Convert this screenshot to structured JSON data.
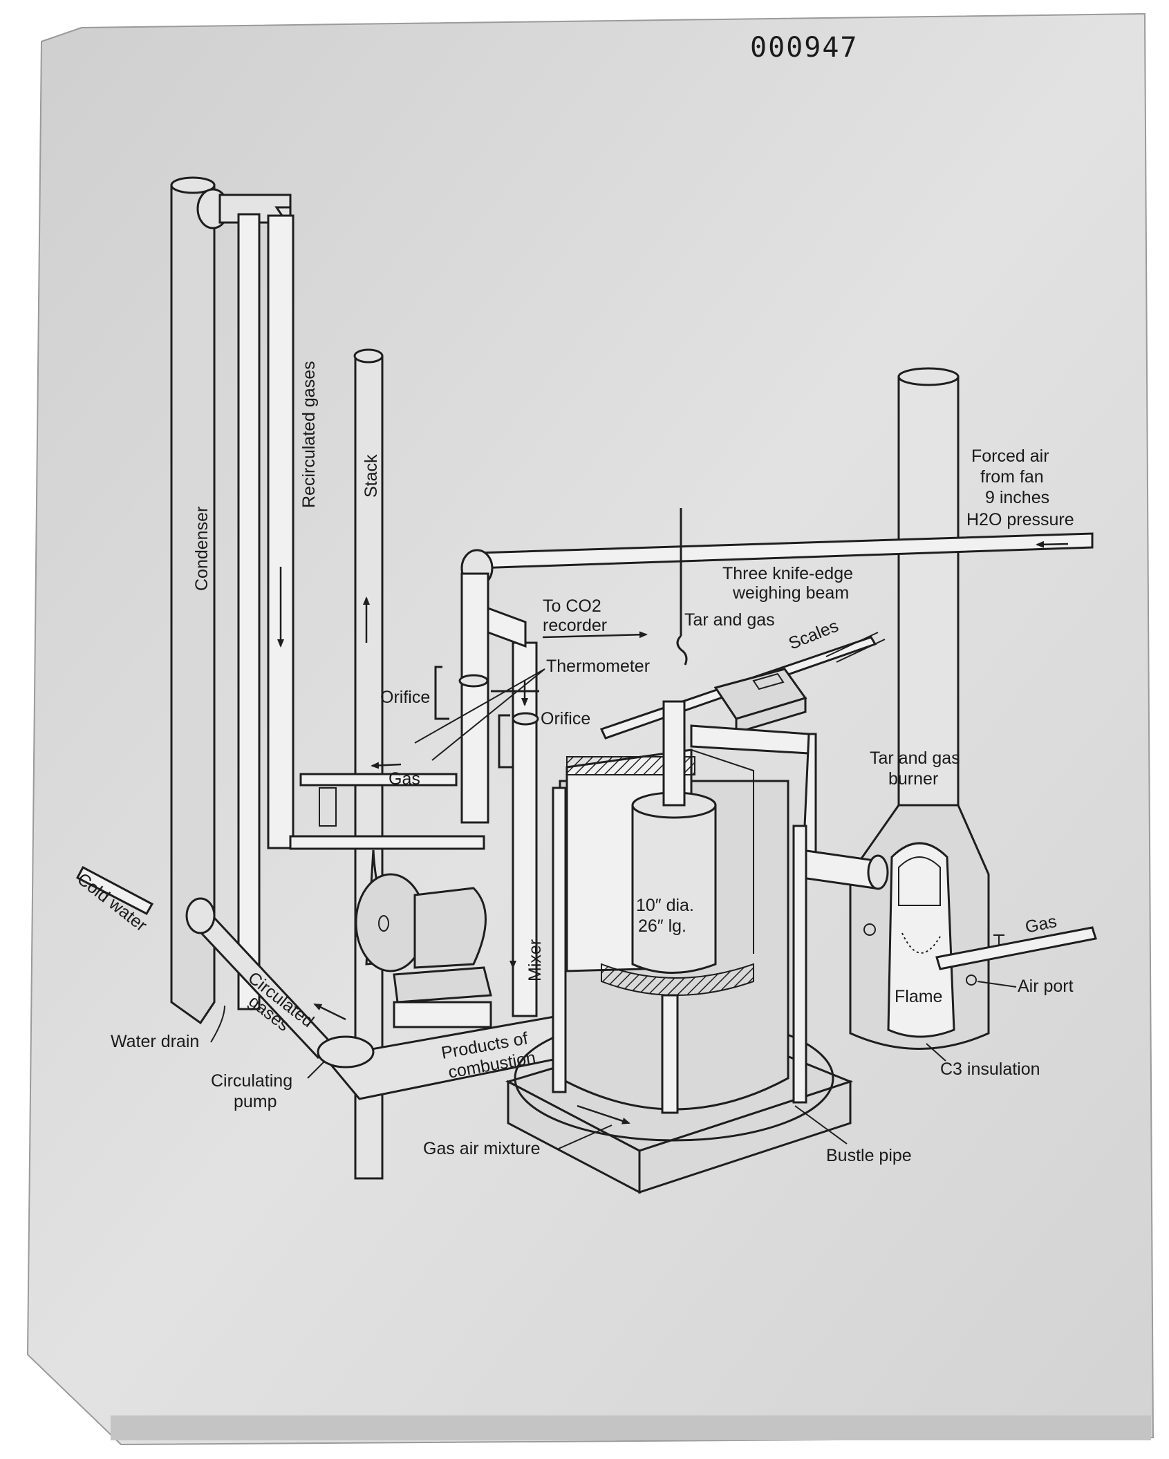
{
  "document": {
    "stamp_number": "000947"
  },
  "labels": {
    "condenser": "Condenser",
    "recirculated_gases": "Recirculated gases",
    "stack": "Stack",
    "forced_air_line1": "Forced air",
    "forced_air_line2": "from fan",
    "forced_air_line3": "9 inches",
    "forced_air_line4": "H2O pressure",
    "three_knife_line1": "Three knife-edge",
    "three_knife_line2": "weighing beam",
    "to_co2_line1": "To CO2",
    "to_co2_line2": "recorder",
    "tar_and_gas": "Tar and gas",
    "scales": "Scales",
    "thermometer": "Thermometer",
    "orifice_left": "Orifice",
    "orifice_right": "Orifice",
    "gas_left": "Gas",
    "tar_burner_line1": "Tar and gas",
    "tar_burner_line2": "burner",
    "retort_dia": "10″ dia.",
    "retort_length": "26″ lg.",
    "cold_water": "Cold water",
    "mixer": "Mixer",
    "gas_right": "Gas",
    "air_port": "Air port",
    "flame": "Flame",
    "circulated_gases_line1": "Circulated",
    "circulated_gases_line2": "gases",
    "products_line1": "Products of",
    "products_line2": "combustion",
    "water_drain": "Water drain",
    "c3_insulation": "C3 insulation",
    "circulating_pump_line1": "Circulating",
    "circulating_pump_line2": "pump",
    "gas_air_mixture": "Gas air mixture",
    "bustle_pipe": "Bustle pipe"
  }
}
